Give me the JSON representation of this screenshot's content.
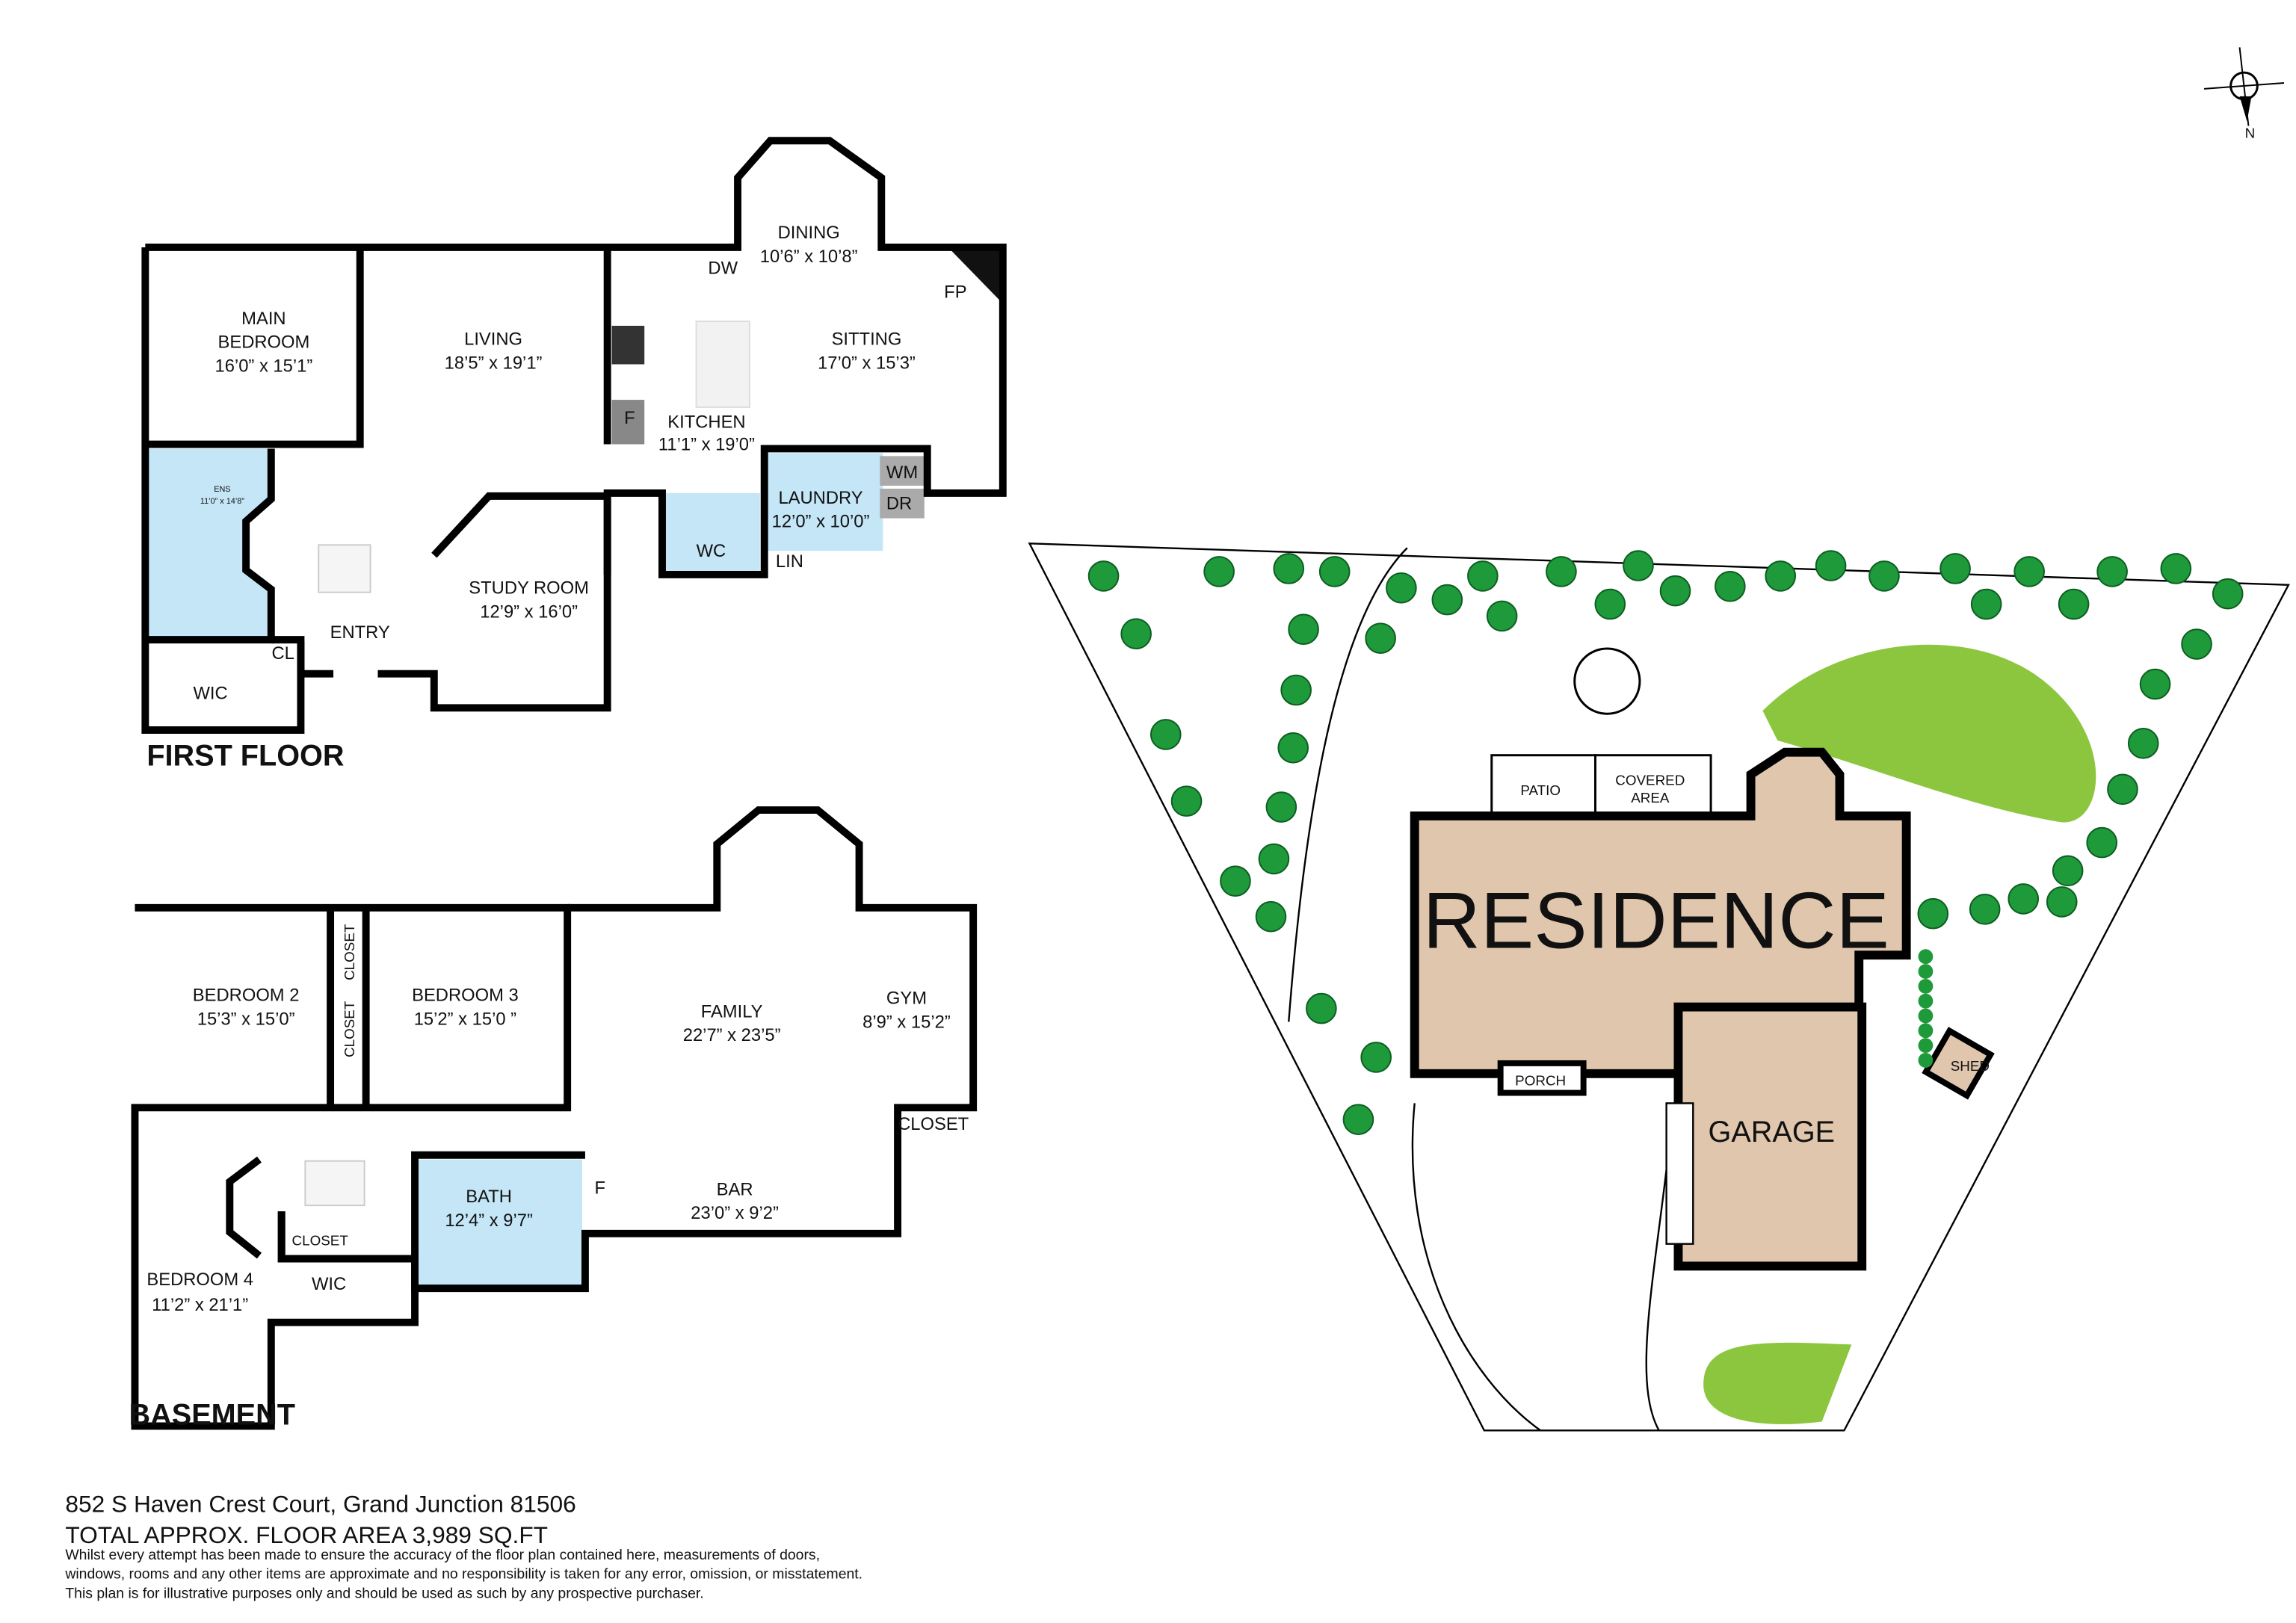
{
  "first_floor": {
    "title": "FIRST FLOOR",
    "rooms": {
      "main_bedroom": {
        "name1": "MAIN",
        "name2": "BEDROOM",
        "dim": "16’0” x 15’1”"
      },
      "living": {
        "name": "LIVING",
        "dim": "18’5” x 19’1”"
      },
      "dining": {
        "name": "DINING",
        "dim": "10’6” x 10’8”"
      },
      "sitting": {
        "name": "SITTING",
        "dim": "17’0” x 15’3”"
      },
      "kitchen": {
        "name": "KITCHEN",
        "dim": "11’1” x 19’0”"
      },
      "ens": {
        "name": "ENS",
        "dim": "11’0” x 14’8”"
      },
      "laundry": {
        "name": "LAUNDRY",
        "dim": "12’0” x 10’0”"
      },
      "study": {
        "name": "STUDY ROOM",
        "dim": "12’9” x 16’0”"
      },
      "entry": "ENTRY",
      "cl": "CL",
      "wic": "WIC",
      "wc": "WC",
      "lin": "LIN",
      "dw": "DW",
      "fp": "FP",
      "f": "F",
      "wm": "WM",
      "dr": "DR"
    }
  },
  "basement": {
    "title": "BASEMENT",
    "rooms": {
      "bedroom2": {
        "name": "BEDROOM 2",
        "dim": "15’3” x 15’0”"
      },
      "bedroom3": {
        "name": "BEDROOM 3",
        "dim": "15’2” x 15’0 ”"
      },
      "family": {
        "name": "FAMILY",
        "dim": "22’7” x 23’5”"
      },
      "gym": {
        "name": "GYM",
        "dim": "8’9” x 15’2”"
      },
      "bath": {
        "name": "BATH",
        "dim": "12’4” x 9’7”"
      },
      "bar": {
        "name": "BAR",
        "dim": "23’0” x 9’2”"
      },
      "bedroom4": {
        "name": "BEDROOM 4",
        "dim": "11’2” x 21’1”"
      },
      "closet": "CLOSET",
      "wic": "WIC",
      "f": "F"
    }
  },
  "site": {
    "patio": "PATIO",
    "covered1": "COVERED",
    "covered2": "AREA",
    "residence": "RESIDENCE",
    "porch": "PORCH",
    "garage": "GARAGE",
    "shed": "SHED",
    "north": "N"
  },
  "colors": {
    "wet_room": "#c4e6f7",
    "residence": "#dfc6ad",
    "trees": "#1e9a3a",
    "lawn": "#8cc63f"
  },
  "footer": {
    "address": "852 S Haven Crest Court, Grand Junction 81506",
    "area": "TOTAL APPROX. FLOOR AREA 3,989 SQ.FT",
    "disclaimer1": "Whilst every attempt has been made to ensure the accuracy of the floor plan contained here, measurements of doors,",
    "disclaimer2": "windows, rooms and any other items are approximate and no responsibility is taken for any error, omission, or misstatement.",
    "disclaimer3": "This plan is for illustrative purposes only and should be used as such by any prospective purchaser."
  }
}
